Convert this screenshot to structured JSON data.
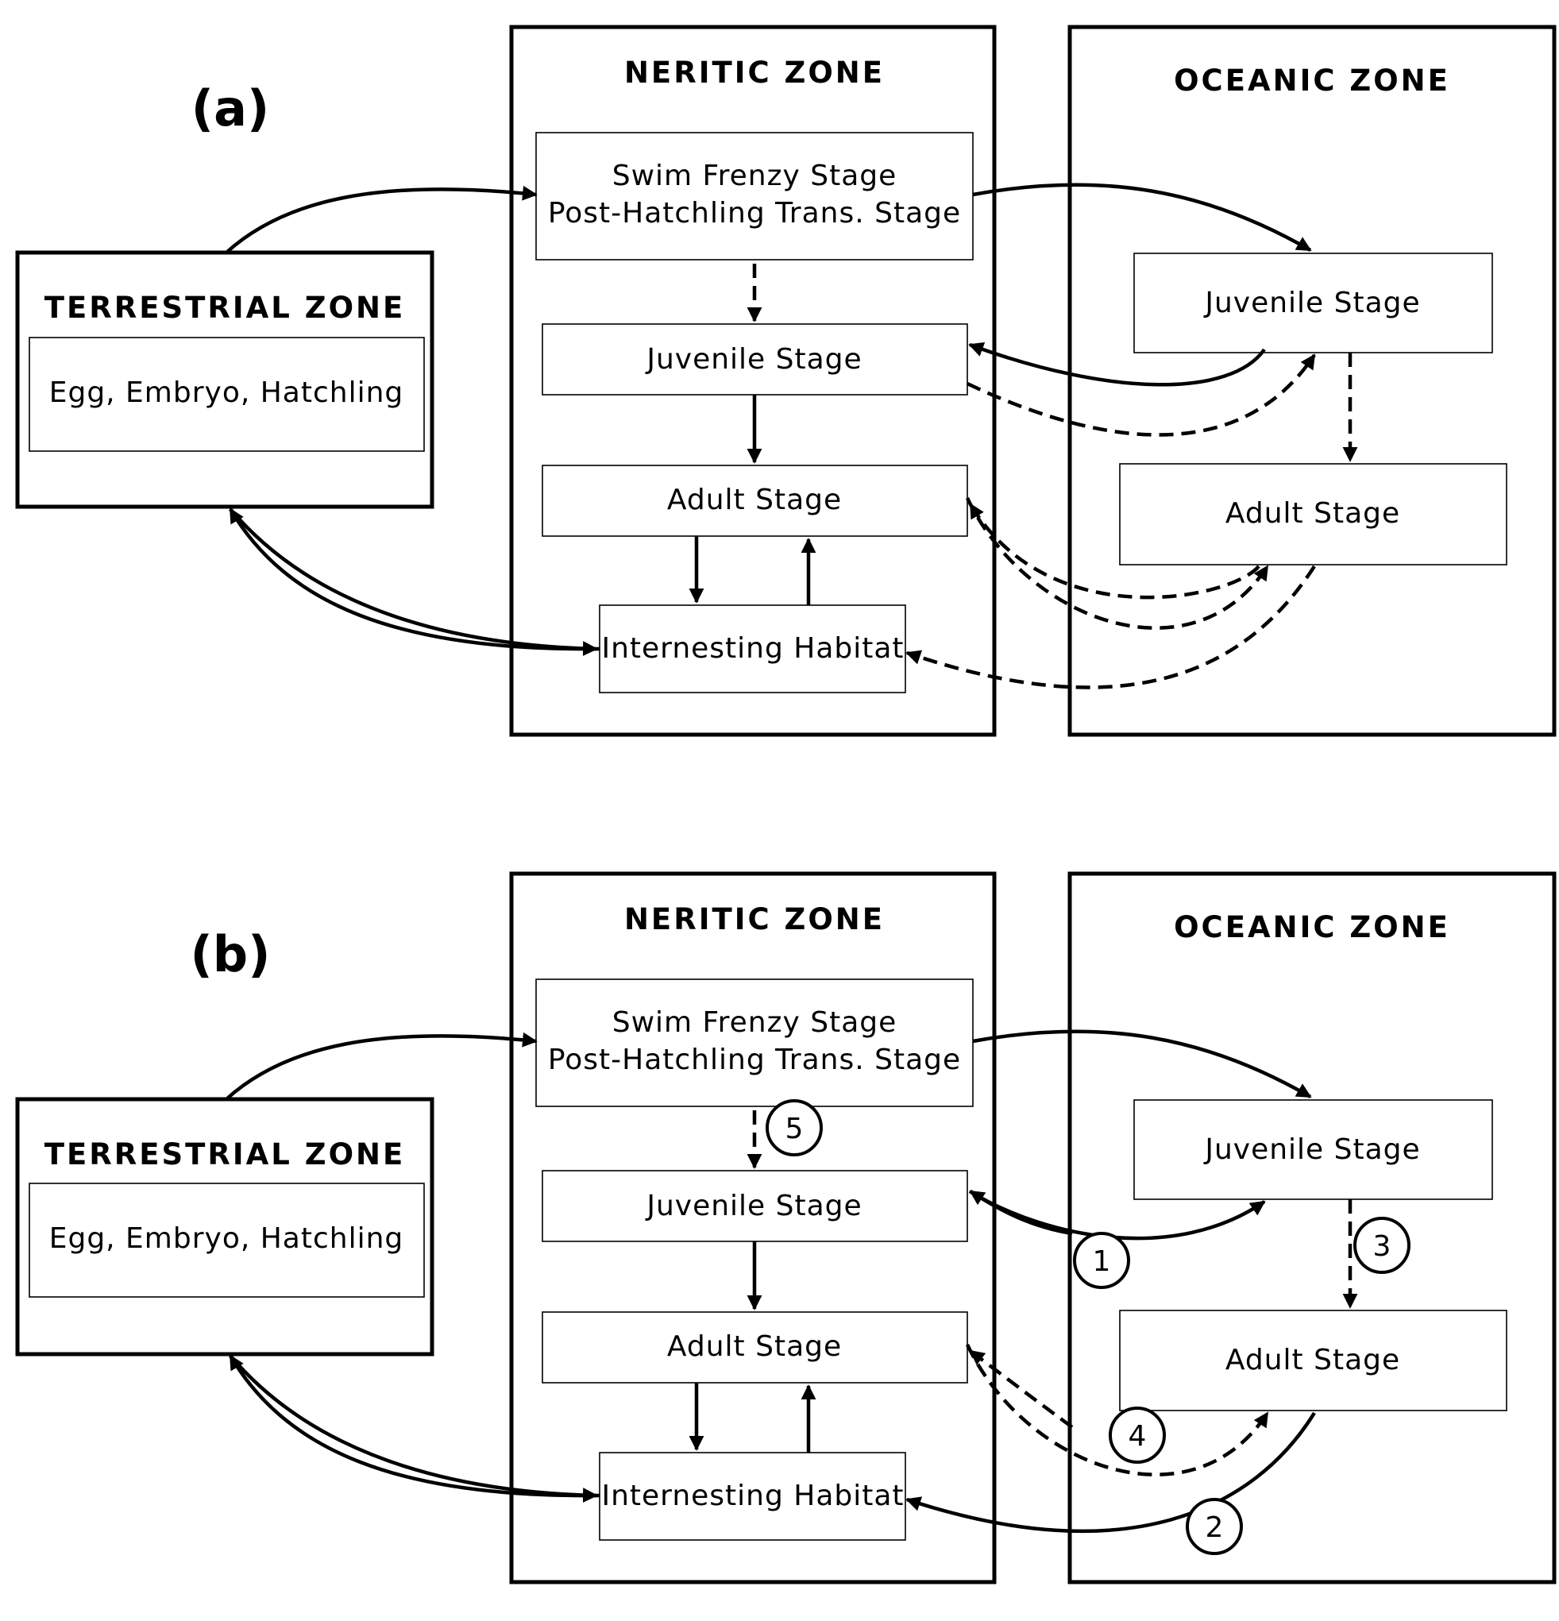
{
  "panels": [
    {
      "label": "(a)",
      "terrestrial": {
        "title": "TERRESTRIAL ZONE",
        "content": "Egg, Embryo, Hatchling"
      },
      "neritic": {
        "title": "NERITIC ZONE",
        "swim_line1": "Swim Frenzy Stage",
        "swim_line2": "Post-Hatchling Trans. Stage",
        "juvenile": "Juvenile Stage",
        "adult": "Adult Stage",
        "internesting": "Internesting Habitat"
      },
      "oceanic": {
        "title": "OCEANIC ZONE",
        "juvenile": "Juvenile Stage",
        "adult": "Adult Stage"
      }
    },
    {
      "label": "(b)",
      "terrestrial": {
        "title": "TERRESTRIAL ZONE",
        "content": "Egg, Embryo, Hatchling"
      },
      "neritic": {
        "title": "NERITIC ZONE",
        "swim_line1": "Swim Frenzy Stage",
        "swim_line2": "Post-Hatchling Trans. Stage",
        "juvenile": "Juvenile Stage",
        "adult": "Adult Stage",
        "internesting": "Internesting Habitat"
      },
      "oceanic": {
        "title": "OCEANIC ZONE",
        "juvenile": "Juvenile Stage",
        "adult": "Adult Stage"
      },
      "pathway_numbers": [
        "1",
        "2",
        "3",
        "4",
        "5"
      ]
    }
  ],
  "colors": {
    "stroke": "#000000",
    "background": "#ffffff"
  }
}
